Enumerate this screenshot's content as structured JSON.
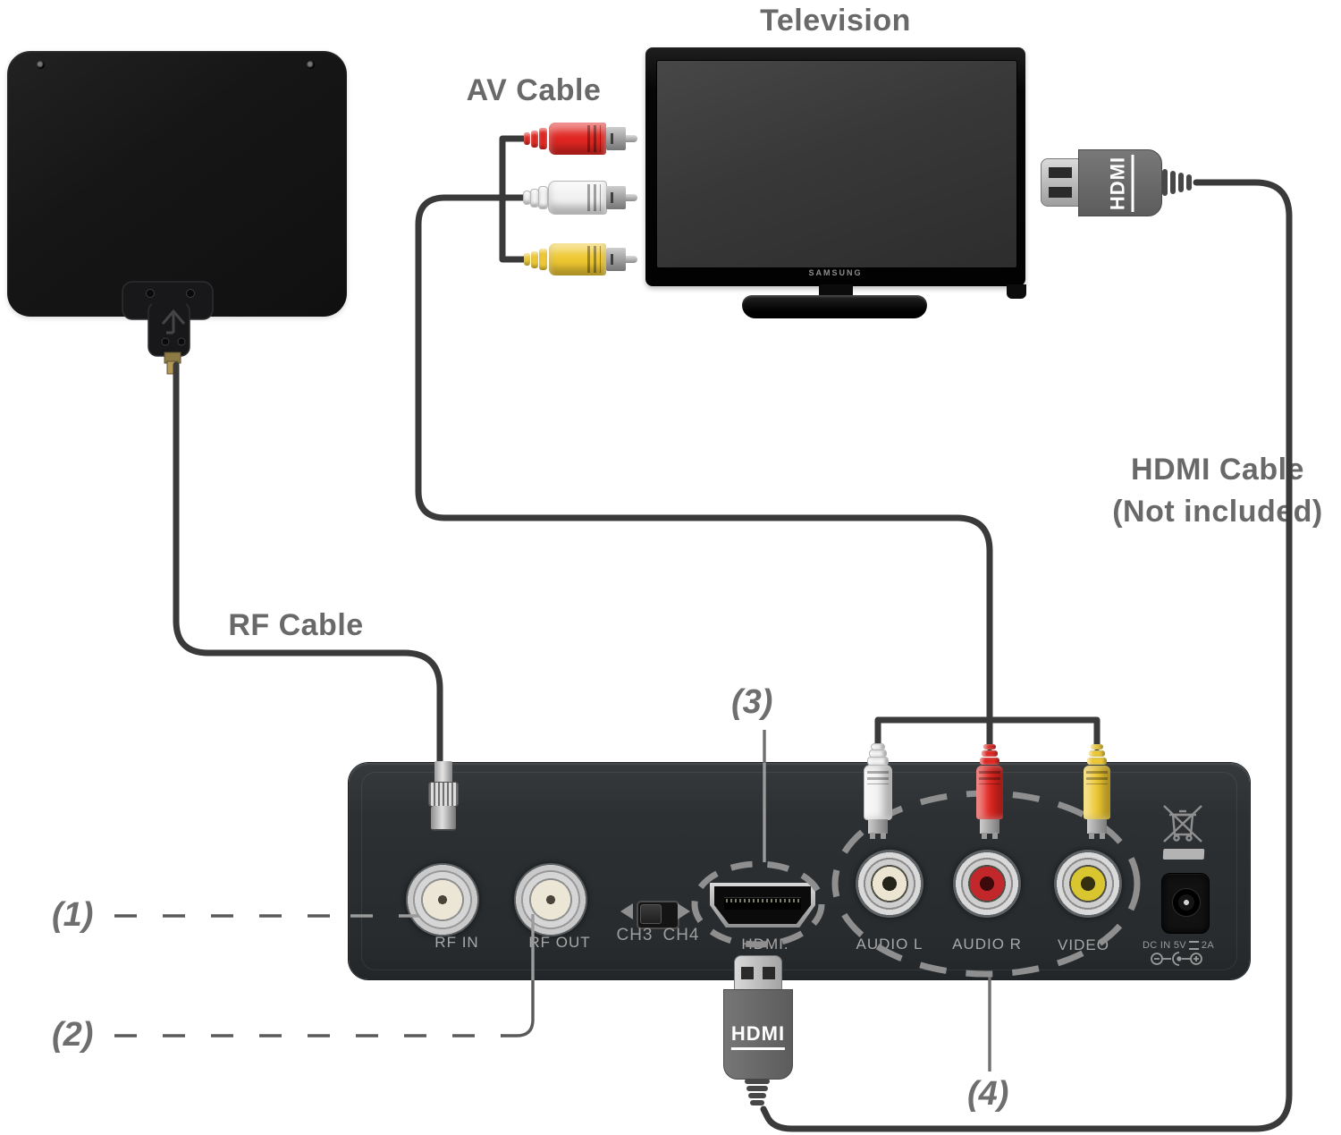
{
  "labels": {
    "television": "Television",
    "av_cable": "AV Cable",
    "rf_cable": "RF Cable",
    "hdmi_cable_1": "HDMI Cable",
    "hdmi_cable_2": "(Not included)"
  },
  "callouts": [
    "(1)",
    "(2)",
    "(3)",
    "(4)"
  ],
  "tv": {
    "brand": "SAMSUNG"
  },
  "converter_box": {
    "ports": {
      "rf_in": "RF IN",
      "rf_out": "RF OUT",
      "ch3": "CH3",
      "ch4": "CH4",
      "hdmi": "HDMI.",
      "audio_l": "AUDIO L",
      "audio_r": "AUDIO R",
      "video": "VIDEO"
    },
    "dc": {
      "prefix": "DC IN 5V",
      "suffix": "2A"
    }
  },
  "plugs": {
    "hdmi_label": "HDMI"
  },
  "colors": {
    "rca_red": "#e02621",
    "rca_white": "#f2f2f2",
    "rca_yellow": "#eec832",
    "cable": "#3a3a3a",
    "box_body": "#2d3133",
    "label_gray": "#696969",
    "port_label_gray": "#a8a8a8",
    "dashed_gray": "#8f8f8f"
  }
}
